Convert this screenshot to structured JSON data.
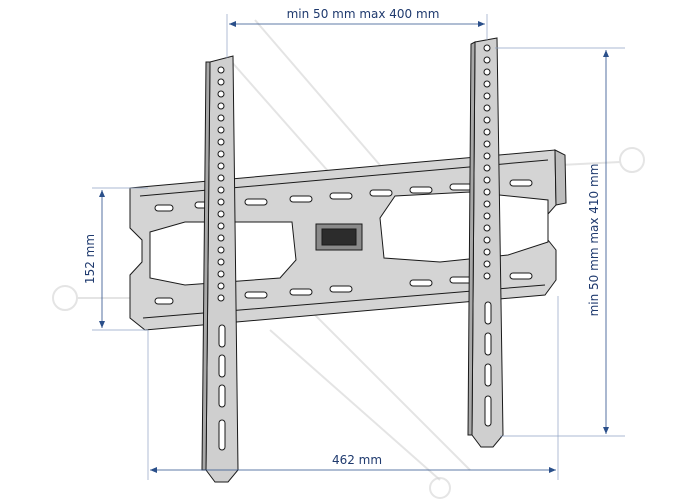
{
  "dimensions": {
    "top_width": "min 50 mm max 400 mm",
    "right_height": "min 50 mm max 410 mm",
    "left_height": "152 mm",
    "bottom_width": "462 mm"
  },
  "colors": {
    "dimension_text": "#1f3a6e",
    "dimension_line": "#2a4f8a",
    "bracket_fill": "#d9d9d9",
    "watermark": "#cfcfcf"
  }
}
